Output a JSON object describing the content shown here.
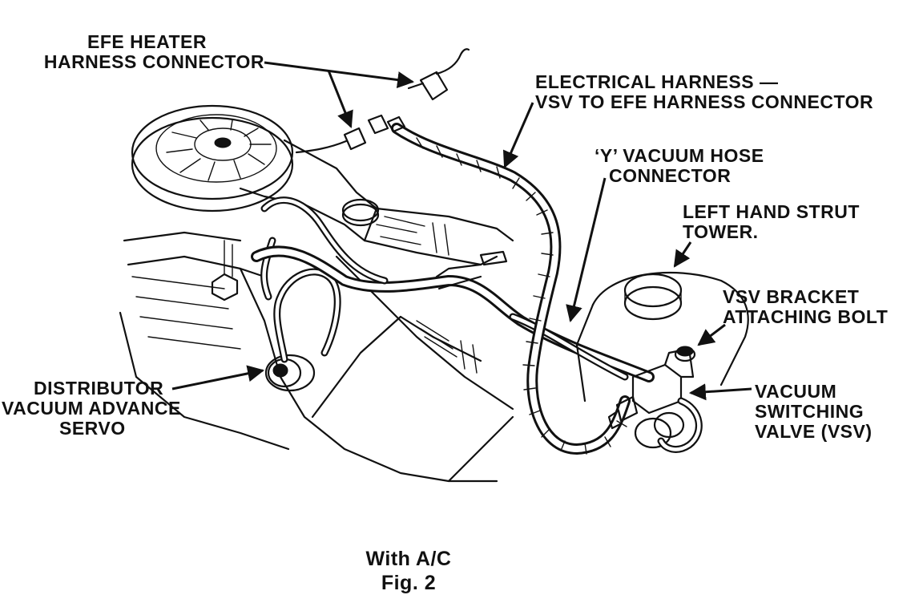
{
  "labels": {
    "efe_heater_line1": "EFE HEATER",
    "efe_heater_line2": "HARNESS CONNECTOR",
    "electrical_harness_line1": "ELECTRICAL HARNESS —",
    "electrical_harness_line2": "VSV TO EFE HARNESS CONNECTOR",
    "y_vacuum_line1": "‘Y’ VACUUM HOSE",
    "y_vacuum_line2": "CONNECTOR",
    "strut_tower_line1": "LEFT HAND STRUT",
    "strut_tower_line2": "TOWER.",
    "vsv_bracket_line1": "VSV BRACKET",
    "vsv_bracket_line2": "ATTACHING BOLT",
    "vsv_line1": "VACUUM",
    "vsv_line2": "SWITCHING",
    "vsv_line3": "VALVE (VSV)",
    "distributor_line1": "DISTRIBUTOR",
    "distributor_line2": "VACUUM ADVANCE",
    "distributor_line3": "SERVO"
  },
  "caption": {
    "line1": "With A/C",
    "line2": "Fig. 2"
  },
  "colors": {
    "ink": "#111111",
    "paper": "#ffffff"
  }
}
